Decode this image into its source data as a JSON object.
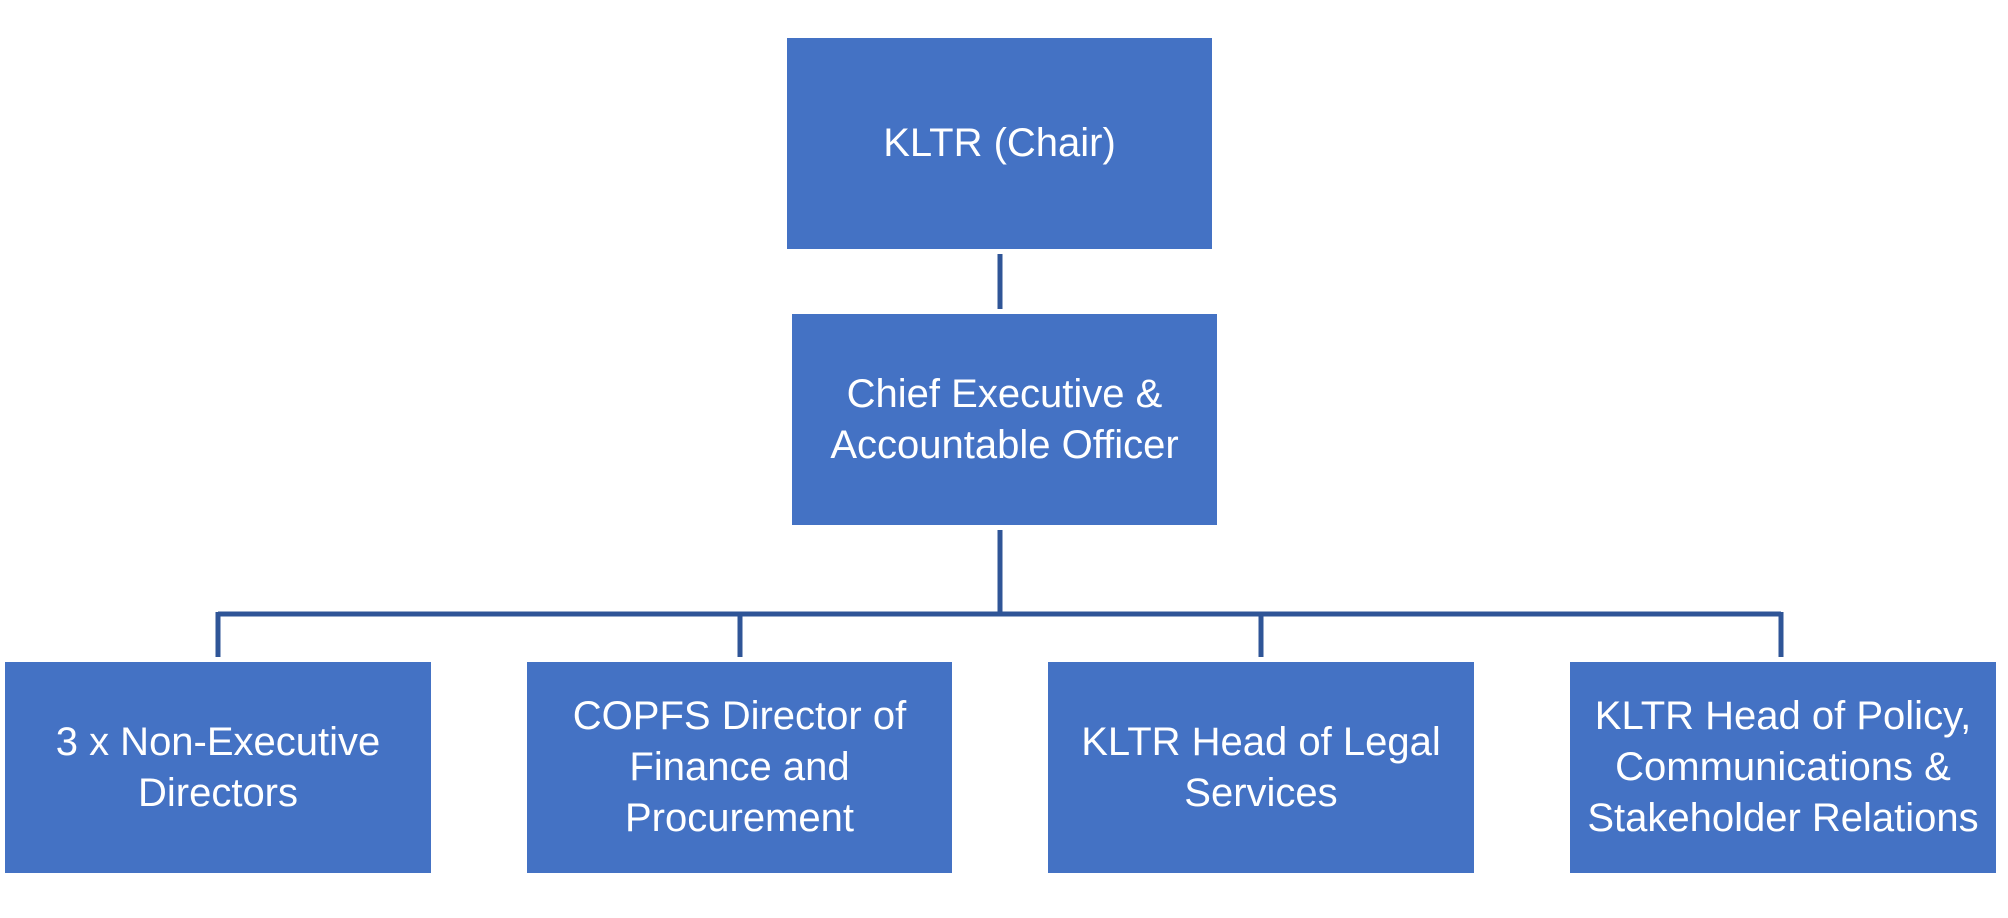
{
  "org_chart": {
    "chair": {
      "label": "KLTR (Chair)"
    },
    "chief": {
      "label": "Chief Executive &\nAccountable Officer"
    },
    "reports": [
      {
        "label": "3 x Non-Executive\nDirectors"
      },
      {
        "label": "COPFS Director of\nFinance and\nProcurement"
      },
      {
        "label": "KLTR Head of Legal\nServices"
      },
      {
        "label": "KLTR Head of Policy,\nCommunications &\nStakeholder Relations"
      }
    ]
  },
  "colors": {
    "box_fill": "#4472c4",
    "box_text": "#ffffff",
    "connector": "#2f5597"
  }
}
